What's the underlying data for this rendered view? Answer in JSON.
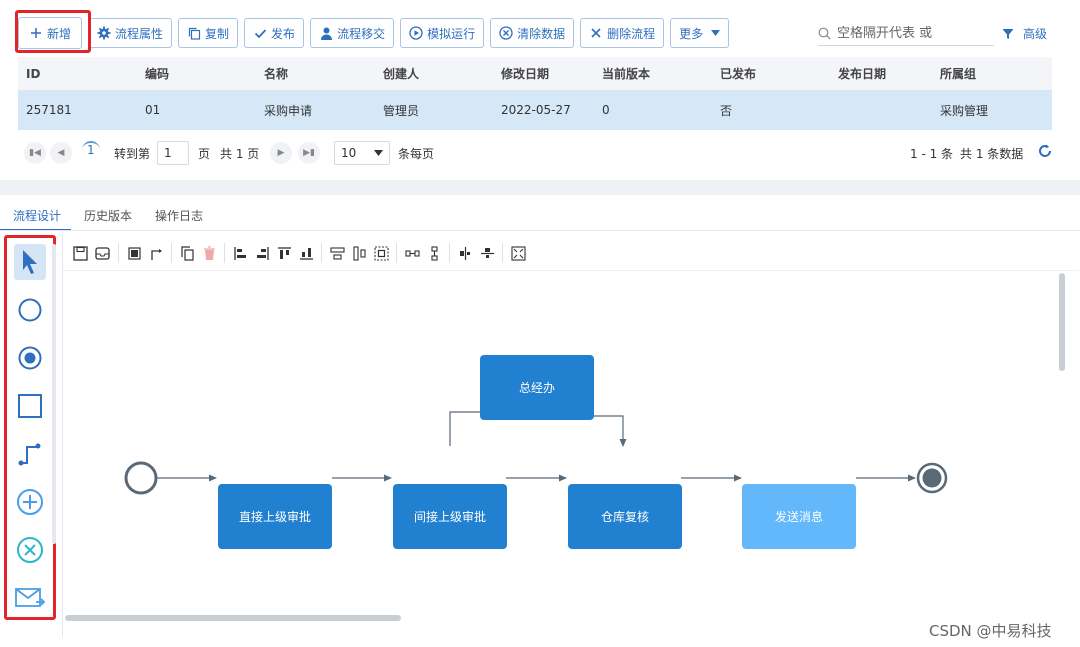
{
  "toolbar": {
    "new": "新增",
    "props": "流程属性",
    "copy": "复制",
    "publish": "发布",
    "transfer": "流程移交",
    "simulate": "模拟运行",
    "clear": "清除数据",
    "delete": "删除流程",
    "more": "更多"
  },
  "search": {
    "placeholder": "空格隔开代表 或"
  },
  "advanced": "高级",
  "table": {
    "headers": [
      "ID",
      "编码",
      "名称",
      "创建人",
      "修改日期",
      "当前版本",
      "已发布",
      "发布日期",
      "所属组"
    ],
    "rows": [
      [
        "257181",
        "01",
        "采购申请",
        "管理员",
        "2022-05-27",
        "0",
        "否",
        "",
        "采购管理"
      ]
    ]
  },
  "pager": {
    "current_page": "1",
    "goto_label": "转到第",
    "goto_value": "1",
    "page_label": "页",
    "total_pages": "共 1 页",
    "page_size": "10",
    "per_page_label": "条每页",
    "range": "1 - 1 条",
    "total": "共 1 条数据"
  },
  "tabs": [
    "流程设计",
    "历史版本",
    "操作日志"
  ],
  "palette": [
    "pointer-tool",
    "start-event",
    "end-event",
    "task",
    "sequence-flow",
    "parallel-gateway",
    "exclusive-gateway",
    "message-event"
  ],
  "nodes": {
    "direct": "直接上级审批",
    "indirect": "间接上级审批",
    "general": "总经办",
    "warehouse": "仓库复核",
    "message": "发送消息"
  },
  "colors": {
    "accent": "#2f6fbf",
    "node": "#2280d0",
    "node_light": "#63b7fb",
    "highlight": "#e0262b"
  },
  "watermark": "CSDN @中易科技"
}
